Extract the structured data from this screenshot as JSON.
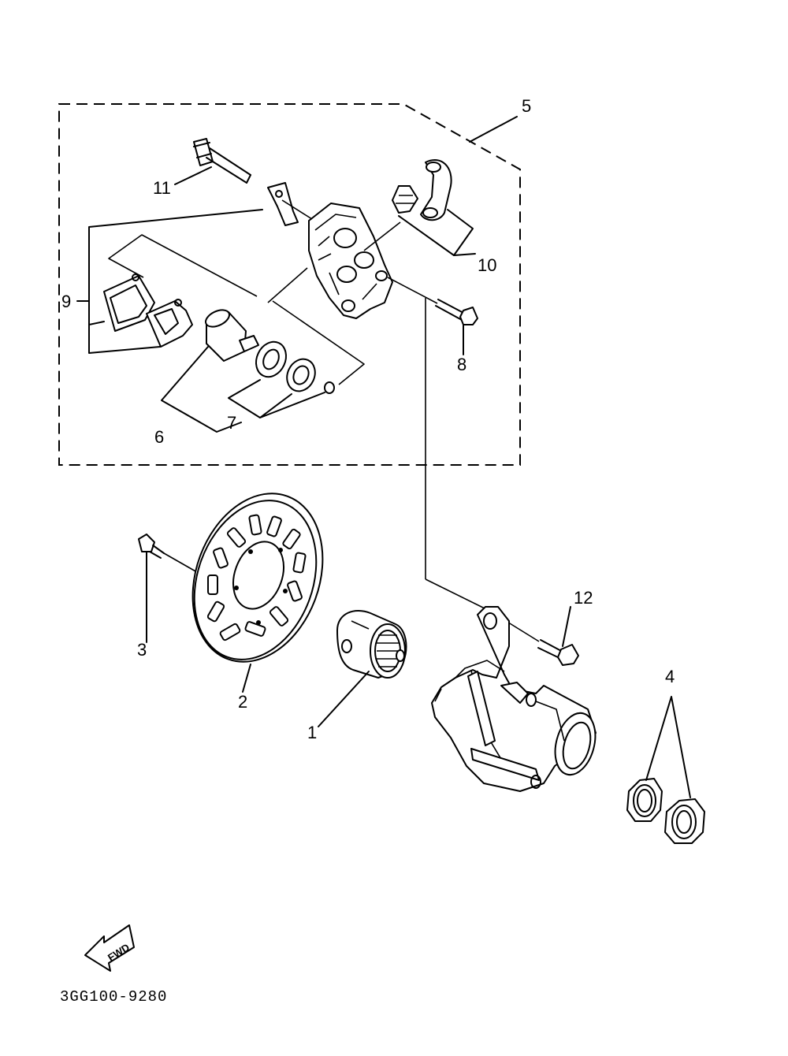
{
  "callouts": {
    "p1": "1",
    "p2": "2",
    "p3": "3",
    "p4": "4",
    "p5": "5",
    "p6": "6",
    "p7": "7",
    "p8": "8",
    "p9": "9",
    "p10": "10",
    "p11": "11",
    "p12": "12"
  },
  "fwd_label": "FWD",
  "diagram_code": "3GG100-9280"
}
